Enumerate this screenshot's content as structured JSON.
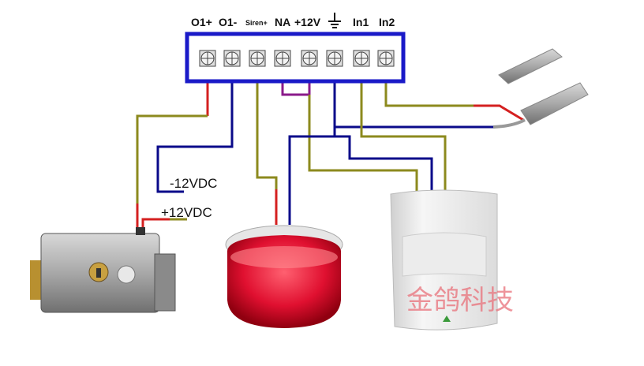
{
  "terminals": [
    {
      "label": "O1+"
    },
    {
      "label": "O1-"
    },
    {
      "label": "Siren+"
    },
    {
      "label": "NA"
    },
    {
      "label": "+12V"
    },
    {
      "label": "ground",
      "icon": "ground-icon"
    },
    {
      "label": "In1"
    },
    {
      "label": "In2"
    }
  ],
  "power_labels": {
    "negative": "-12VDC",
    "positive": "+12VDC"
  },
  "components": [
    "electric-lock",
    "siren",
    "pir-motion-detector",
    "magnetic-door-contact"
  ],
  "watermark": "金鸽科技",
  "colors": {
    "board": "#1a1ac8",
    "red": "#d42020",
    "blue": "#0a0a8a",
    "olive": "#8c8a1e",
    "purple": "#8a1a8a"
  }
}
